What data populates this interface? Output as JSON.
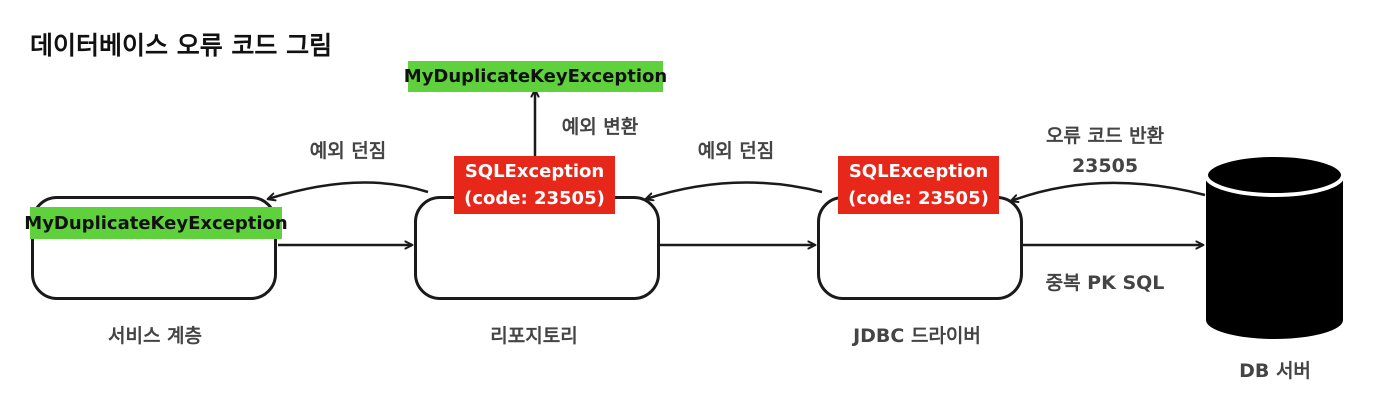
{
  "title": "데이터베이스 오류 코드 그림",
  "nodes": {
    "service": {
      "label": "서비스 계층",
      "exception": "MyDuplicateKeyException"
    },
    "repository": {
      "label": "리포지토리",
      "exception_line1": "SQLException",
      "exception_line2": "(code: 23505)"
    },
    "jdbc": {
      "label": "JDBC 드라이버",
      "exception_line1": "SQLException",
      "exception_line2": "(code: 23505)"
    },
    "db": {
      "label": "DB 서버"
    }
  },
  "converted_exception": "MyDuplicateKeyException",
  "edges": {
    "convert": "예외 변환",
    "throw_to_service": "예외 던짐",
    "throw_to_repository": "예외 던짐",
    "error_code_return_line1": "오류 코드 반환",
    "error_code_return_line2": "23505",
    "duplicate_pk_sql": "중복 PK SQL"
  },
  "colors": {
    "green": "#5fd13c",
    "red": "#e8271b",
    "stroke": "#1a1a1a"
  }
}
